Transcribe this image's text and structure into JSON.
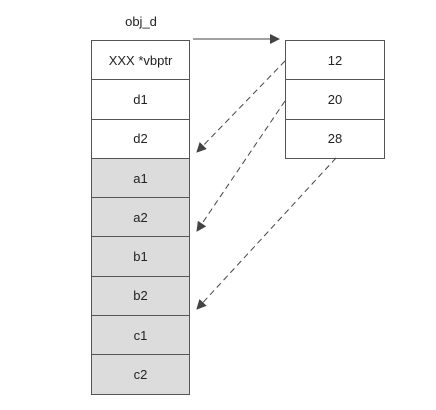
{
  "object": {
    "label": "obj_d",
    "cells": [
      {
        "text": "XXX *vbptr",
        "kind": "own"
      },
      {
        "text": "d1",
        "kind": "own"
      },
      {
        "text": "d2",
        "kind": "own"
      },
      {
        "text": "a1",
        "kind": "base"
      },
      {
        "text": "a2",
        "kind": "base"
      },
      {
        "text": "b1",
        "kind": "base"
      },
      {
        "text": "b2",
        "kind": "base"
      },
      {
        "text": "c1",
        "kind": "base"
      },
      {
        "text": "c2",
        "kind": "base"
      }
    ]
  },
  "vtable": {
    "entries": [
      "12",
      "20",
      "28"
    ]
  },
  "colors": {
    "base_fill": "#dcdcdc",
    "own_fill": "#ffffff",
    "border": "#555555",
    "arrow": "#444444"
  }
}
